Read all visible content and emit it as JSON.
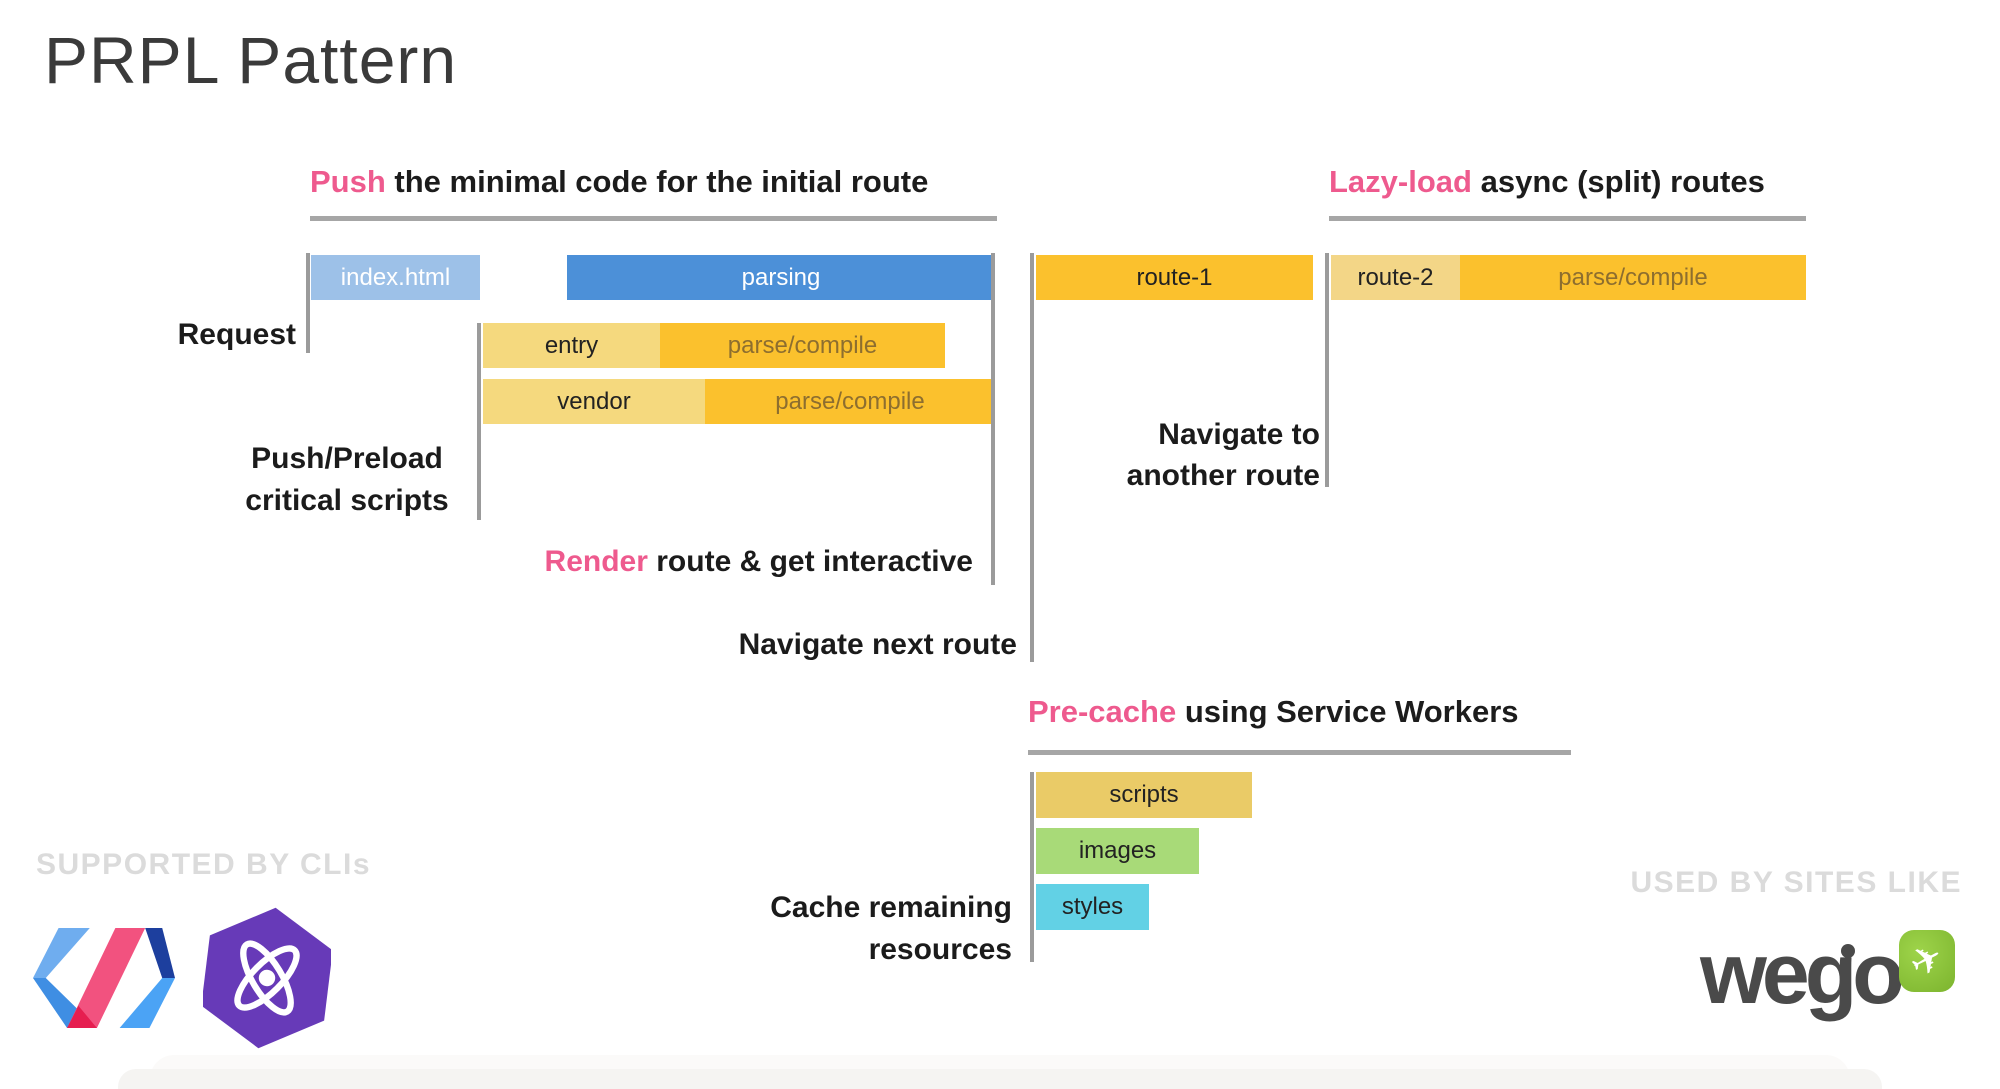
{
  "title": "PRPL Pattern",
  "headings": {
    "push": {
      "highlight": "Push",
      "rest": "the minimal code for the initial route"
    },
    "lazy_load": {
      "highlight": "Lazy-load",
      "rest": "async (split) routes"
    },
    "render": {
      "highlight": "Render",
      "rest": "route & get interactive"
    },
    "pre_cache": {
      "highlight": "Pre-cache",
      "rest": "using Service Workers"
    }
  },
  "timeline_labels": {
    "request": "Request",
    "push_preload_line1": "Push/Preload",
    "push_preload_line2": "critical scripts",
    "navigate_next": "Navigate next route",
    "navigate_another_line1": "Navigate to",
    "navigate_another_line2": "another route",
    "cache_remaining_line1": "Cache remaining",
    "cache_remaining_line2": "resources"
  },
  "bars": {
    "index_html": "index.html",
    "parsing": "parsing",
    "entry": "entry",
    "vendor": "vendor",
    "parse_compile": "parse/compile",
    "route_1": "route-1",
    "route_2": "route-2",
    "scripts": "scripts",
    "images": "images",
    "styles": "styles"
  },
  "footer": {
    "supported_by": "SUPPORTED BY CLIs",
    "used_by": "USED BY SITES LIKE",
    "wego": "wego"
  },
  "colors": {
    "highlight_pink": "#ee5a8e",
    "bar_index_html_blue": "#9dc1e8",
    "bar_parsing_blue": "#4c90d8",
    "bar_light_yellow": "#f5d97e",
    "bar_route2_yellow": "#f3d687",
    "bar_orange": "#fbc12d",
    "parse_compile_text": "#8d6e2f",
    "bar_scripts_yellow": "#eacb67",
    "bar_images_green": "#a8da78",
    "bar_styles_cyan": "#62d1e5",
    "connector_gray": "#9b9b9b",
    "underline_gray": "#a6a6a6",
    "watermark_gray": "#dbdbdb",
    "wego_green": "#8dc63f",
    "wego_gray": "#4a4a4a"
  },
  "icons": {
    "polymer": "polymer-logo",
    "preact": "preact-logo",
    "wego_plane": "airplane-icon",
    "plane_glyph": "✈"
  }
}
